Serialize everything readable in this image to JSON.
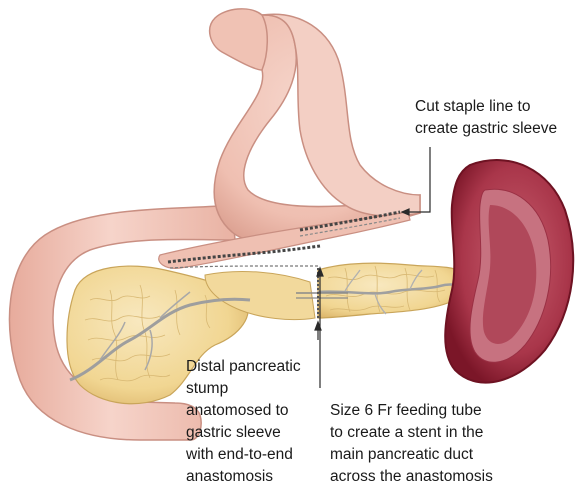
{
  "labels": {
    "staple_line": [
      "Cut staple line to",
      "create gastric sleeve"
    ],
    "distal_stump": [
      "Distal pancreatic",
      "stump",
      "anatomosed to",
      "gastric sleeve",
      "with end-to-end",
      "anastomosis"
    ],
    "feeding_tube": [
      "Size 6 Fr feeding tube",
      "to create a stent in the",
      "main pancreatic duct",
      "across the anastomosis"
    ]
  },
  "colors": {
    "stomach_fill": "#f2c7bb",
    "stomach_stroke": "#c98f82",
    "pancreas_fill": "#f3dc9e",
    "pancreas_stroke": "#c9a55a",
    "duct": "#9a9a9a",
    "spleen_outer": "#7a1528",
    "spleen_inner": "#b54b5c",
    "leader_line": "#2a2a2a"
  }
}
